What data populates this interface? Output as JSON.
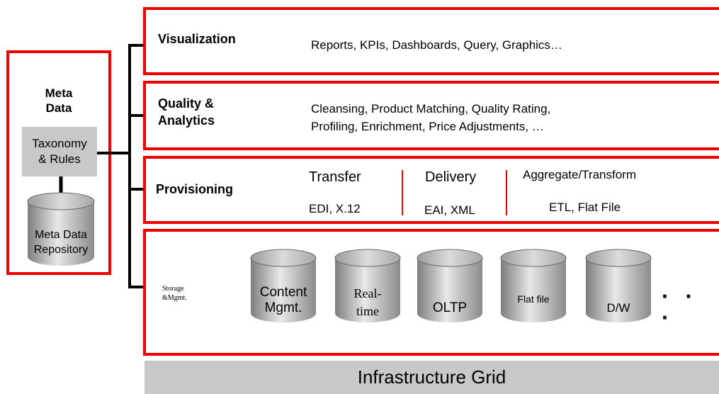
{
  "metadata_panel": {
    "title_line1": "Meta",
    "title_line2": "Data",
    "taxonomy_line1": "Taxonomy",
    "taxonomy_line2": "& Rules",
    "repository_line1": "Meta Data",
    "repository_line2": "Repository"
  },
  "layers": {
    "visualization": {
      "title": "Visualization",
      "description": "Reports, KPIs, Dashboards, Query, Graphics…"
    },
    "quality": {
      "title_line1": "Quality &",
      "title_line2": "Analytics",
      "description_line1": "Cleansing, Product Matching, Quality Rating,",
      "description_line2": "Profiling, Enrichment, Price Adjustments, …"
    },
    "provisioning": {
      "title": "Provisioning",
      "columns": [
        {
          "heading": "Transfer",
          "detail": "EDI, X.12"
        },
        {
          "heading": "Delivery",
          "detail": "EAI, XML"
        },
        {
          "heading": "Aggregate/Transform",
          "detail": "ETL, Flat File"
        }
      ]
    },
    "storage": {
      "title_line1": "Storage",
      "title_line2": "&Mgmt.",
      "stores": [
        {
          "line1": "Content",
          "line2": "Mgmt."
        },
        {
          "line1": "Real-",
          "line2": "time"
        },
        {
          "line1": "OLTP",
          "line2": ""
        },
        {
          "line1": "Flat file",
          "line2": ""
        },
        {
          "line1": "D/W",
          "line2": ""
        }
      ],
      "more": "· · ·"
    }
  },
  "footer": {
    "label": "Infrastructure Grid"
  },
  "colors": {
    "border": "#ee0000",
    "grey": "#c8c8c8",
    "cylinder_dark": "#7f7f7f",
    "cylinder_light": "#e6e6e6"
  }
}
